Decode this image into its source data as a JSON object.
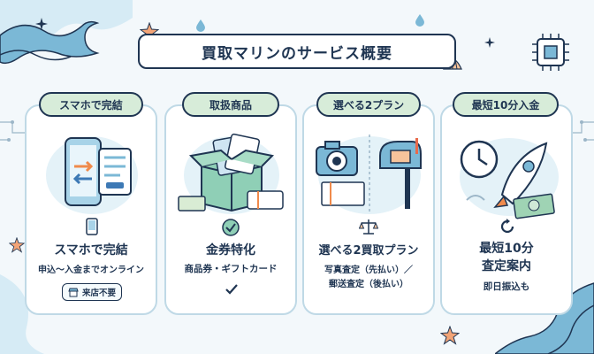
{
  "title": "買取マリンのサービス概要",
  "cards": [
    {
      "pill": "スマホで完結",
      "heading": "スマホで完結",
      "sub": "申込〜入金までオンライン",
      "badge": "来店不要",
      "icon": "smartphone-icon"
    },
    {
      "pill": "取扱商品",
      "heading": "金券特化",
      "sub": "商品券・ギフトカード",
      "icon": "check-circle-icon"
    },
    {
      "pill": "選べる2プラン",
      "heading": "選べる2買取プラン",
      "sub_line1": "写真査定（先払い）／",
      "sub_line2": "郵送査定（後払い）",
      "icon": "balance-scale-icon"
    },
    {
      "pill": "最短10分入金",
      "heading_line1": "最短10分",
      "heading_line2": "査定案内",
      "sub": "即日振込も",
      "icon": "refresh-clock-icon"
    }
  ],
  "colors": {
    "navy": "#1f3552",
    "pill_green": "#d7ecd9",
    "card_border": "#bfd9e6",
    "sea_blue": "#7bb8d6",
    "background": "#f3f8fb"
  }
}
